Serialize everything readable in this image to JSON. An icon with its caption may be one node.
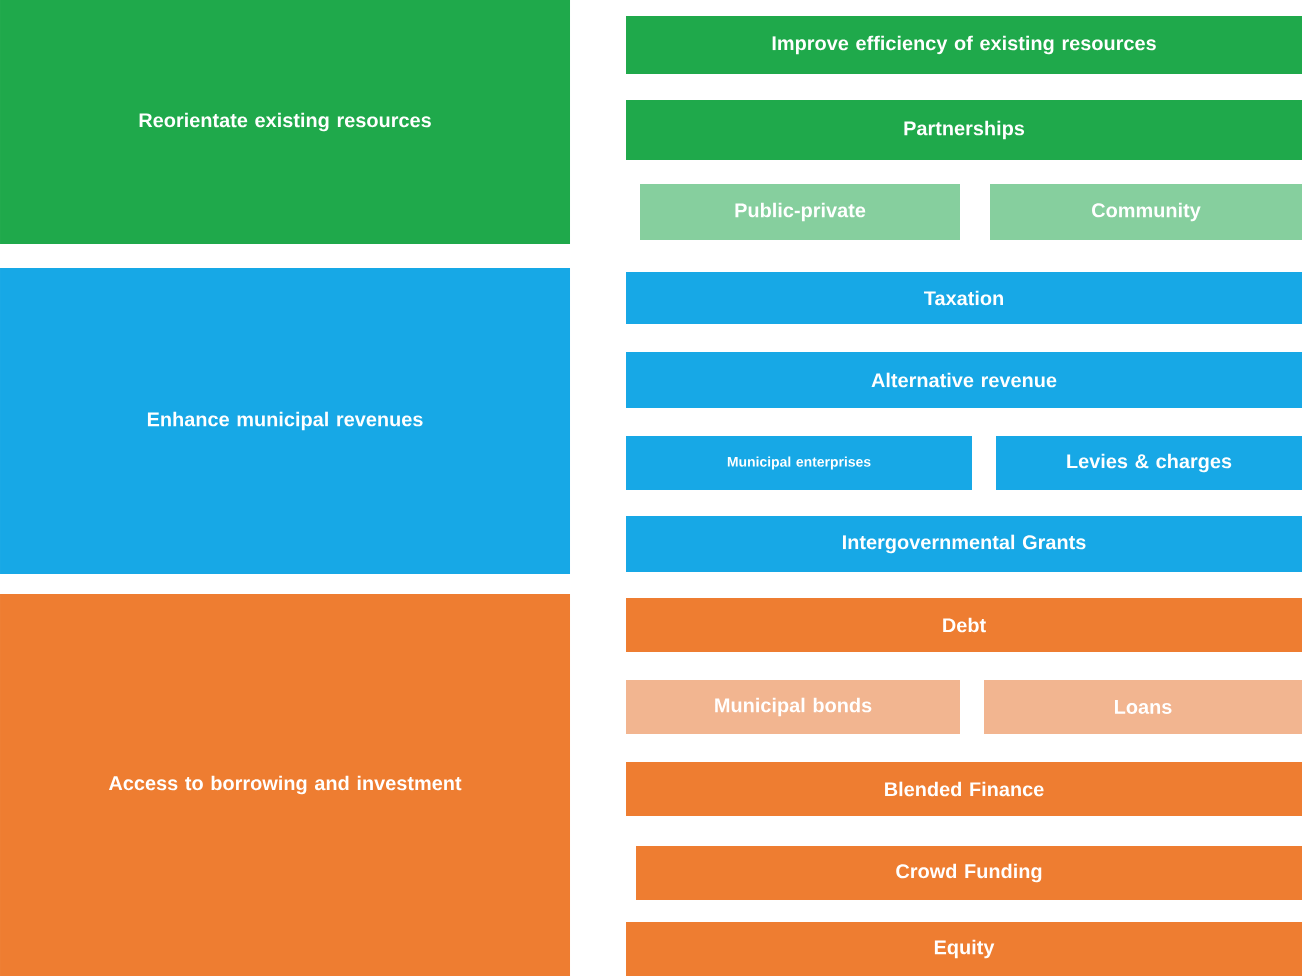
{
  "diagram": {
    "nodes": [
      {
        "text": [
          "Reorientate existing resources"
        ]
      },
      {
        "text": [
          "Enhance municipal revenues"
        ]
      },
      {
        "text": [
          "Access to borrowing and investment"
        ]
      },
      {
        "text": [
          "Improve efficiency of existing resources"
        ]
      },
      {
        "text": [
          "Partnerships"
        ]
      },
      {
        "text": [
          "Public-private"
        ]
      },
      {
        "text": [
          "Community"
        ]
      },
      {
        "text": [
          "Taxation"
        ]
      },
      {
        "text": [
          "Alternative revenue"
        ]
      },
      {
        "text": [
          "Municipal enterprises"
        ]
      },
      {
        "text": [
          "Levies & charges"
        ]
      },
      {
        "text": [
          "Intergovernmental Grants"
        ]
      },
      {
        "text": [
          "Debt"
        ]
      },
      {
        "text": [
          "Municipal bonds"
        ]
      },
      {
        "text": [
          "Loans"
        ]
      },
      {
        "text": [
          "Blended Finance"
        ]
      },
      {
        "text": [
          "Crowd Funding"
        ]
      },
      {
        "text": [
          "Equity"
        ]
      }
    ]
  }
}
